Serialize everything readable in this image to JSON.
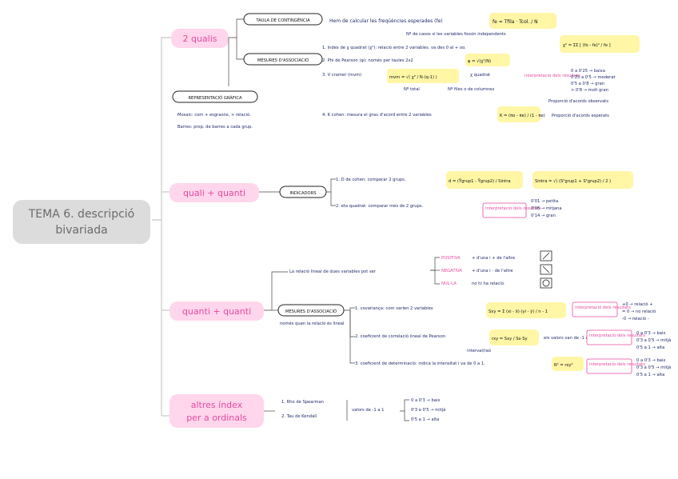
{
  "root": {
    "line1": "TEMA 6. descripció",
    "line2": "bivariada"
  },
  "branches": {
    "qualis": "2 qualis",
    "qualiquanti": "quali + quanti",
    "quantiquanti": "quanti + quanti",
    "altres1": "altres índex",
    "altres2": "per a ordinals"
  },
  "qualis": {
    "taula_label": "TAULA DE CONTINGÈNCIA",
    "taula_text": "Hem de calcular les freqüències esperades (fe)",
    "fe_formula": "fe = Tfila · Tcol. / N",
    "taula_note": "Nº de casos si les variables fossin independents",
    "mesures_label": "MESURES D'ASSOCIACIÓ",
    "m1": "1. índex de χ quadrat (χ²): relació entre 2 variables. va des 0 al + oo.",
    "chi_formula": "χ² = ΣΣ [ (fo - fe)² / fe ]",
    "m2": "2. Phi de Pearson (φ): només per taules 2x2",
    "phi_formula": "φ = √(χ²/N)",
    "m3": "3. V cramer (mvm)",
    "v_formula": "mvm = √( χ² / N·(q-1) )",
    "v_note1": "χ quadrat",
    "v_note2": "Nº total",
    "v_note3": "Nº files o de columnes",
    "interp": "interpretació dels resultats",
    "v_ranges": [
      "0 a 0'25 → baixa",
      "0'25 a 0'5 → moderat",
      "0'5 a 0'8 → gran",
      "> 0'8 → molt gran"
    ],
    "m4": "4. K cohen: mesura el grau d'acord entre 2 variables",
    "k_formula": "K = (πo - πe) / (1 - πe)",
    "k_note1": "Proporció d'acords observats",
    "k_note2": "Proporció d'acords esperats",
    "rep_label": "REPRESENTACIÓ GRÀFICA",
    "rep1": "Mosaic: com + esgraons, + relació.",
    "rep2": "Barres: prop. de barres a cada grup."
  },
  "qualiquanti": {
    "ind_label": "INDICADORS",
    "i1": "1. D de cohen: comparar 2 grups.",
    "d_formula": "d = (Ȳgrup1 - Ȳgrup2) / Sintra",
    "s_formula": "Sintra = √( (S²grup1 + S²grup2) / 2 )",
    "i2": "2. eta quadrat: comparar més de 2 grups.",
    "interp": "interpretació dels resultats",
    "eta_ranges": [
      "0'01 → petita",
      "0'06 → mitjana",
      "0'14 → gran"
    ]
  },
  "quantiquanti": {
    "intro": "La relació lineal de dues variables pot ser",
    "pos": "POSITIVA",
    "pos_t": "+ d'una i + de l'altre",
    "neg": "NEGATIVA",
    "neg_t": "+ d'una i - de l'altre",
    "nul": "NUL·LA",
    "nul_t": "no hi ha relació.",
    "mes_label": "MESURES D'ASSOCIACIÓ",
    "mes_note": "només quan la relació és lineal",
    "c1": "1. covariança: com varien 2 variables",
    "cov_formula": "Sxy = Σ (xi - x̄)·(yi - ȳ) / n - 1",
    "c1_ranges": [
      "+0 → relació +",
      "= 0 → no relació",
      "-0 → relació -"
    ],
    "c2": "2. coeficient de correlació lineal de Pearson",
    "r_formula": "rxy = Sxy / Sx·Sy",
    "c2_note": "els valors van de -1 a 1.",
    "c2_sub": "interval/raó",
    "c3": "3. coeficient de determinació: indica la intensitat i va de 0 a 1.",
    "r2_formula": "R² = rxy²",
    "ranges": [
      "0 a 0'3 → baix",
      "0'3 a 0'5 → mitjà",
      "0'5 a 1 → alta"
    ],
    "interp": "interpretació dels resultats"
  },
  "altres": {
    "a1": "1. Rho de Spearman",
    "a2": "2. Tau de Kendall",
    "note": "valors de -1 a 1",
    "ranges": [
      "0 a 0'3 → baix",
      "0'3 a 0'5 → mitjà",
      "0'5 a 1 → alta"
    ]
  }
}
